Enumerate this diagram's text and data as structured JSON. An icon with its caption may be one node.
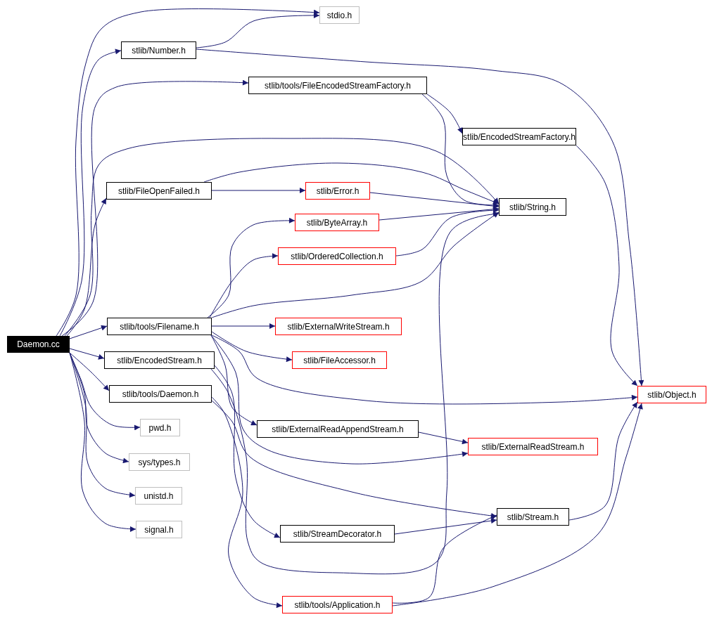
{
  "diagram": {
    "nodes": [
      {
        "text": [
          "Daemon.cc"
        ]
      },
      {
        "text": [
          "stdio.h"
        ]
      },
      {
        "text": [
          "stlib/Number.h"
        ]
      },
      {
        "text": [
          "stlib/tools/FileEncodedStreamFactory.h"
        ]
      },
      {
        "text": [
          "stlib/EncodedStreamFactory.h"
        ]
      },
      {
        "text": [
          "stlib/FileOpenFailed.h"
        ]
      },
      {
        "text": [
          "stlib/Error.h"
        ]
      },
      {
        "text": [
          "stlib/String.h"
        ]
      },
      {
        "text": [
          "stlib/ByteArray.h"
        ]
      },
      {
        "text": [
          "stlib/OrderedCollection.h"
        ]
      },
      {
        "text": [
          "stlib/tools/Filename.h"
        ]
      },
      {
        "text": [
          "stlib/ExternalWriteStream.h"
        ]
      },
      {
        "text": [
          "stlib/EncodedStream.h"
        ]
      },
      {
        "text": [
          "stlib/FileAccessor.h"
        ]
      },
      {
        "text": [
          "stlib/tools/Daemon.h"
        ]
      },
      {
        "text": [
          "stlib/Object.h"
        ]
      },
      {
        "text": [
          "pwd.h"
        ]
      },
      {
        "text": [
          "stlib/ExternalReadAppendStream.h"
        ]
      },
      {
        "text": [
          "stlib/ExternalReadStream.h"
        ]
      },
      {
        "text": [
          "sys/types.h"
        ]
      },
      {
        "text": [
          "unistd.h"
        ]
      },
      {
        "text": [
          "signal.h"
        ]
      },
      {
        "text": [
          "stlib/Stream.h"
        ]
      },
      {
        "text": [
          "stlib/StreamDecorator.h"
        ]
      },
      {
        "text": [
          "stlib/tools/Application.h"
        ]
      }
    ],
    "edges": [
      {
        "from": 0,
        "to": 1,
        "arrow": "to"
      },
      {
        "from": 0,
        "to": 2,
        "arrow": "to"
      },
      {
        "from": 0,
        "to": 3,
        "arrow": "to"
      },
      {
        "from": 0,
        "to": 7,
        "arrow": "to"
      },
      {
        "from": 0,
        "to": 5,
        "arrow": "to"
      },
      {
        "from": 0,
        "to": 10,
        "arrow": "to"
      },
      {
        "from": 0,
        "to": 12,
        "arrow": "to"
      },
      {
        "from": 0,
        "to": 14,
        "arrow": "to"
      },
      {
        "from": 0,
        "to": 16,
        "arrow": "to"
      },
      {
        "from": 0,
        "to": 19,
        "arrow": "to"
      },
      {
        "from": 0,
        "to": 20,
        "arrow": "to"
      },
      {
        "from": 0,
        "to": 21,
        "arrow": "to"
      },
      {
        "from": 2,
        "to": 1,
        "arrow": "to"
      },
      {
        "from": 2,
        "to": 15,
        "arrow": "to"
      },
      {
        "from": 3,
        "to": 4,
        "arrow": "to"
      },
      {
        "from": 3,
        "to": 7,
        "arrow": "to"
      },
      {
        "from": 4,
        "to": 15,
        "arrow": "to"
      },
      {
        "from": 5,
        "to": 6,
        "arrow": "to"
      },
      {
        "from": 5,
        "to": 7,
        "arrow": "to"
      },
      {
        "from": 6,
        "to": 7,
        "arrow": "to"
      },
      {
        "from": 8,
        "to": 7,
        "arrow": "to"
      },
      {
        "from": 9,
        "to": 7,
        "arrow": "to"
      },
      {
        "from": 10,
        "to": 8,
        "arrow": "to"
      },
      {
        "from": 10,
        "to": 9,
        "arrow": "to"
      },
      {
        "from": 10,
        "to": 7,
        "arrow": "to"
      },
      {
        "from": 10,
        "to": 11,
        "arrow": "to"
      },
      {
        "from": 10,
        "to": 13,
        "arrow": "to"
      },
      {
        "from": 10,
        "to": 15,
        "arrow": "to"
      },
      {
        "from": 10,
        "to": 17,
        "arrow": "to"
      },
      {
        "from": 10,
        "to": 18,
        "arrow": "to"
      },
      {
        "from": 12,
        "to": 23,
        "arrow": "to"
      },
      {
        "from": 12,
        "to": 7,
        "arrow": "to"
      },
      {
        "from": 14,
        "to": 22,
        "arrow": "to"
      },
      {
        "from": 14,
        "to": 24,
        "arrow": "to"
      },
      {
        "from": 17,
        "to": 18,
        "arrow": "to"
      },
      {
        "from": 23,
        "to": 22,
        "arrow": "to"
      },
      {
        "from": 24,
        "to": 22,
        "arrow": "to"
      },
      {
        "from": 24,
        "to": 15,
        "arrow": "to"
      },
      {
        "from": 22,
        "to": 15,
        "arrow": "to"
      }
    ]
  }
}
